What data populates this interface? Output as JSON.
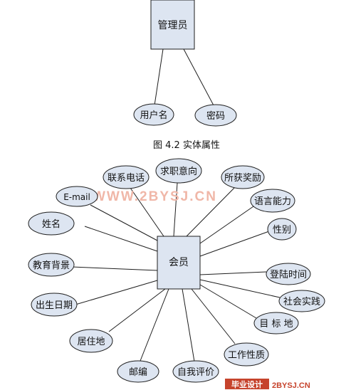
{
  "admin": {
    "entity": "管理员",
    "attributes": [
      "用户名",
      "密码"
    ],
    "caption": "图 4.2 实体属性"
  },
  "member": {
    "entity": "会员",
    "attributes": [
      "联系电话",
      "求职意向",
      "所获奖励",
      "E-mail",
      "语言能力",
      "姓名",
      "性别",
      "教育背景",
      "登陆时间",
      "出生日期",
      "社会实践",
      "目 标 地",
      "居住地",
      "工作性质",
      "邮编",
      "自我评价"
    ]
  },
  "watermark": "WWW.2BYSJ.CN",
  "logo": {
    "badge": "毕业设计",
    "url": "2BYSJ.CN"
  },
  "colors": {
    "shape_fill": "#dde5f1",
    "stroke": "#1e1e1e",
    "watermark": "#f0b7a8",
    "logo": "#c6432c"
  }
}
